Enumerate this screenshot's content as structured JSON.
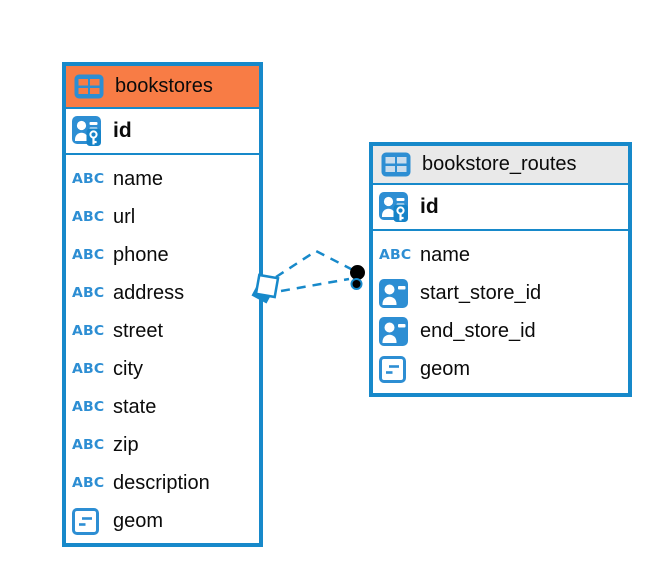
{
  "diagram": {
    "text_icon_label": "ABC",
    "colors": {
      "table_border_blue": "#1789CA",
      "bookstores_header_orange": "#F87C45",
      "routes_header_gray": "#E9E9E9",
      "icon_blue": "#2D8ED3",
      "connector_blue": "#1789CA",
      "connector_dot_black": "#000000"
    },
    "tables": [
      {
        "title": "bookstores",
        "header_style": "orange",
        "columns": [
          {
            "name": "id",
            "icon": "primary-key"
          },
          {
            "name": "name",
            "icon": "text"
          },
          {
            "name": "url",
            "icon": "text"
          },
          {
            "name": "phone",
            "icon": "text"
          },
          {
            "name": "address",
            "icon": "text"
          },
          {
            "name": "street",
            "icon": "text"
          },
          {
            "name": "city",
            "icon": "text"
          },
          {
            "name": "state",
            "icon": "text"
          },
          {
            "name": "zip",
            "icon": "text"
          },
          {
            "name": "description",
            "icon": "text"
          },
          {
            "name": "geom",
            "icon": "geometry"
          }
        ]
      },
      {
        "title": "bookstore_routes",
        "header_style": "gray",
        "columns": [
          {
            "name": "id",
            "icon": "primary-key"
          },
          {
            "name": "name",
            "icon": "text"
          },
          {
            "name": "start_store_id",
            "icon": "foreign-key"
          },
          {
            "name": "end_store_id",
            "icon": "foreign-key"
          },
          {
            "name": "geom",
            "icon": "geometry"
          }
        ]
      }
    ],
    "relationships": [
      {
        "from": "bookstores",
        "to": "bookstore_routes",
        "style": "dashed"
      },
      {
        "from": "bookstores",
        "to": "bookstore_routes",
        "style": "dashed"
      }
    ]
  }
}
